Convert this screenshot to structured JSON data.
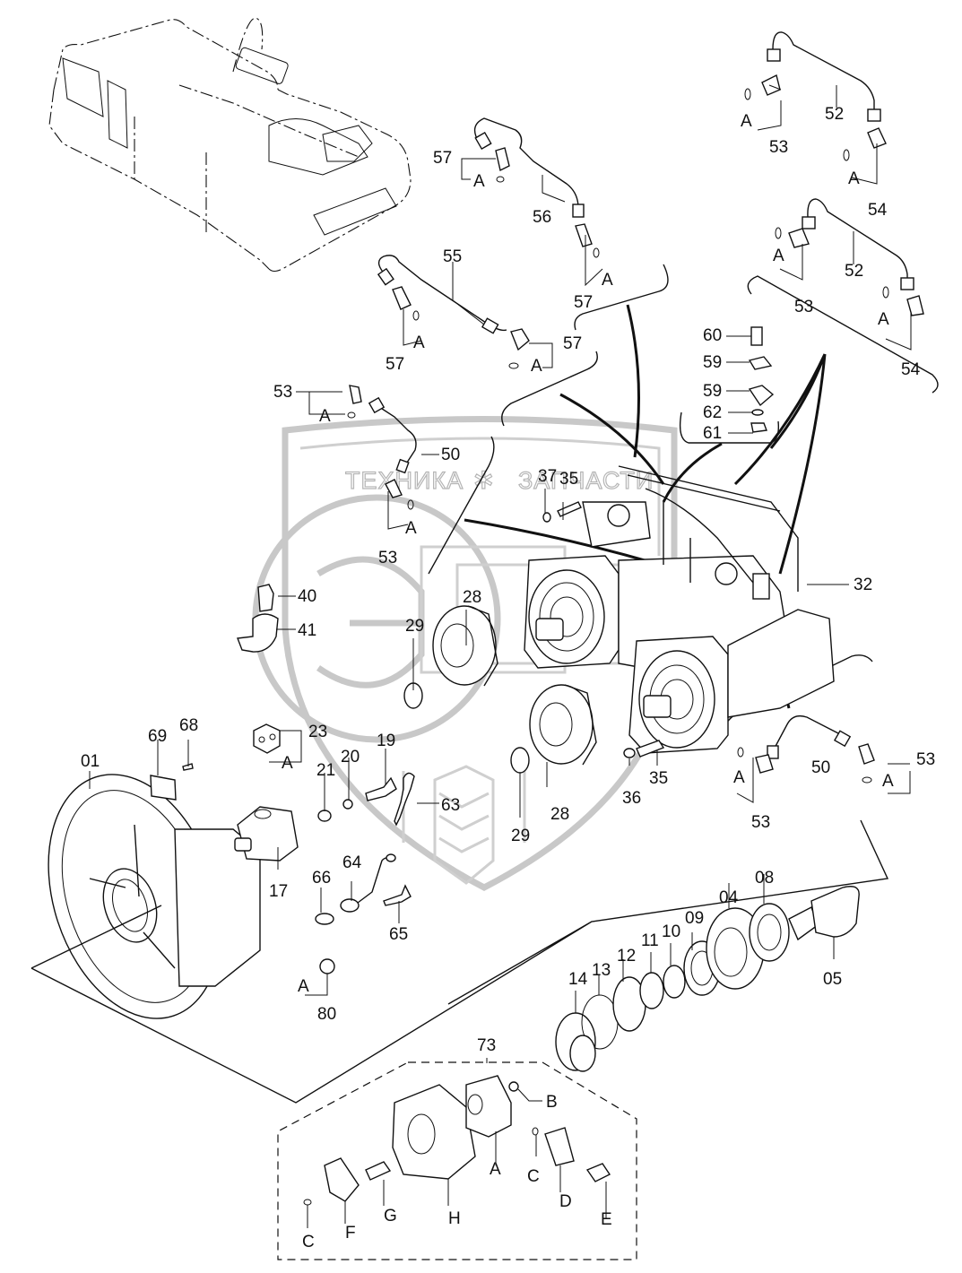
{
  "diagram": {
    "title": "Pump transmission (PTO gearbox) with hydraulic pumps — exploded parts view",
    "watermark": {
      "left_word": "ТЕХНИКА",
      "right_word": "ЗАПЧАСТИ",
      "emblem_letter": "Э",
      "gear_symbol": "✲"
    },
    "callouts": [
      {
        "id": "c01",
        "label": "01"
      },
      {
        "id": "c04",
        "label": "04"
      },
      {
        "id": "c05",
        "label": "05"
      },
      {
        "id": "c08",
        "label": "08"
      },
      {
        "id": "c09",
        "label": "09"
      },
      {
        "id": "c10",
        "label": "10"
      },
      {
        "id": "c11",
        "label": "11"
      },
      {
        "id": "c12",
        "label": "12"
      },
      {
        "id": "c13",
        "label": "13"
      },
      {
        "id": "c14",
        "label": "14"
      },
      {
        "id": "c17",
        "label": "17"
      },
      {
        "id": "c19",
        "label": "19"
      },
      {
        "id": "c20",
        "label": "20"
      },
      {
        "id": "c21",
        "label": "21"
      },
      {
        "id": "c23",
        "label": "23"
      },
      {
        "id": "c28a",
        "label": "28"
      },
      {
        "id": "c28b",
        "label": "28"
      },
      {
        "id": "c29a",
        "label": "29"
      },
      {
        "id": "c29b",
        "label": "29"
      },
      {
        "id": "c32",
        "label": "32"
      },
      {
        "id": "c35a",
        "label": "35"
      },
      {
        "id": "c35b",
        "label": "35"
      },
      {
        "id": "c36",
        "label": "36"
      },
      {
        "id": "c37",
        "label": "37"
      },
      {
        "id": "c40",
        "label": "40"
      },
      {
        "id": "c41",
        "label": "41"
      },
      {
        "id": "c50a",
        "label": "50"
      },
      {
        "id": "c50b",
        "label": "50"
      },
      {
        "id": "c52a",
        "label": "52"
      },
      {
        "id": "c52b",
        "label": "52"
      },
      {
        "id": "c53a",
        "label": "53"
      },
      {
        "id": "c53b",
        "label": "53"
      },
      {
        "id": "c53c",
        "label": "53"
      },
      {
        "id": "c53d",
        "label": "53"
      },
      {
        "id": "c53e",
        "label": "53"
      },
      {
        "id": "c53f",
        "label": "53"
      },
      {
        "id": "c54a",
        "label": "54"
      },
      {
        "id": "c54b",
        "label": "54"
      },
      {
        "id": "c55",
        "label": "55"
      },
      {
        "id": "c56",
        "label": "56"
      },
      {
        "id": "c57a",
        "label": "57"
      },
      {
        "id": "c57b",
        "label": "57"
      },
      {
        "id": "c57c",
        "label": "57"
      },
      {
        "id": "c57d",
        "label": "57"
      },
      {
        "id": "c59a",
        "label": "59"
      },
      {
        "id": "c59b",
        "label": "59"
      },
      {
        "id": "c60",
        "label": "60"
      },
      {
        "id": "c61",
        "label": "61"
      },
      {
        "id": "c62",
        "label": "62"
      },
      {
        "id": "c63",
        "label": "63"
      },
      {
        "id": "c64",
        "label": "64"
      },
      {
        "id": "c65",
        "label": "65"
      },
      {
        "id": "c66",
        "label": "66"
      },
      {
        "id": "c68",
        "label": "68"
      },
      {
        "id": "c69",
        "label": "69"
      },
      {
        "id": "c73",
        "label": "73"
      },
      {
        "id": "c80",
        "label": "80"
      }
    ],
    "oring_marker": "A",
    "coupling_kit_letters": [
      "A",
      "B",
      "C",
      "C",
      "D",
      "E",
      "F",
      "G",
      "H"
    ],
    "oring_A_labels": [
      "A",
      "A",
      "A",
      "A",
      "A",
      "A",
      "A",
      "A",
      "A",
      "A",
      "A",
      "A",
      "A",
      "A",
      "A"
    ]
  }
}
